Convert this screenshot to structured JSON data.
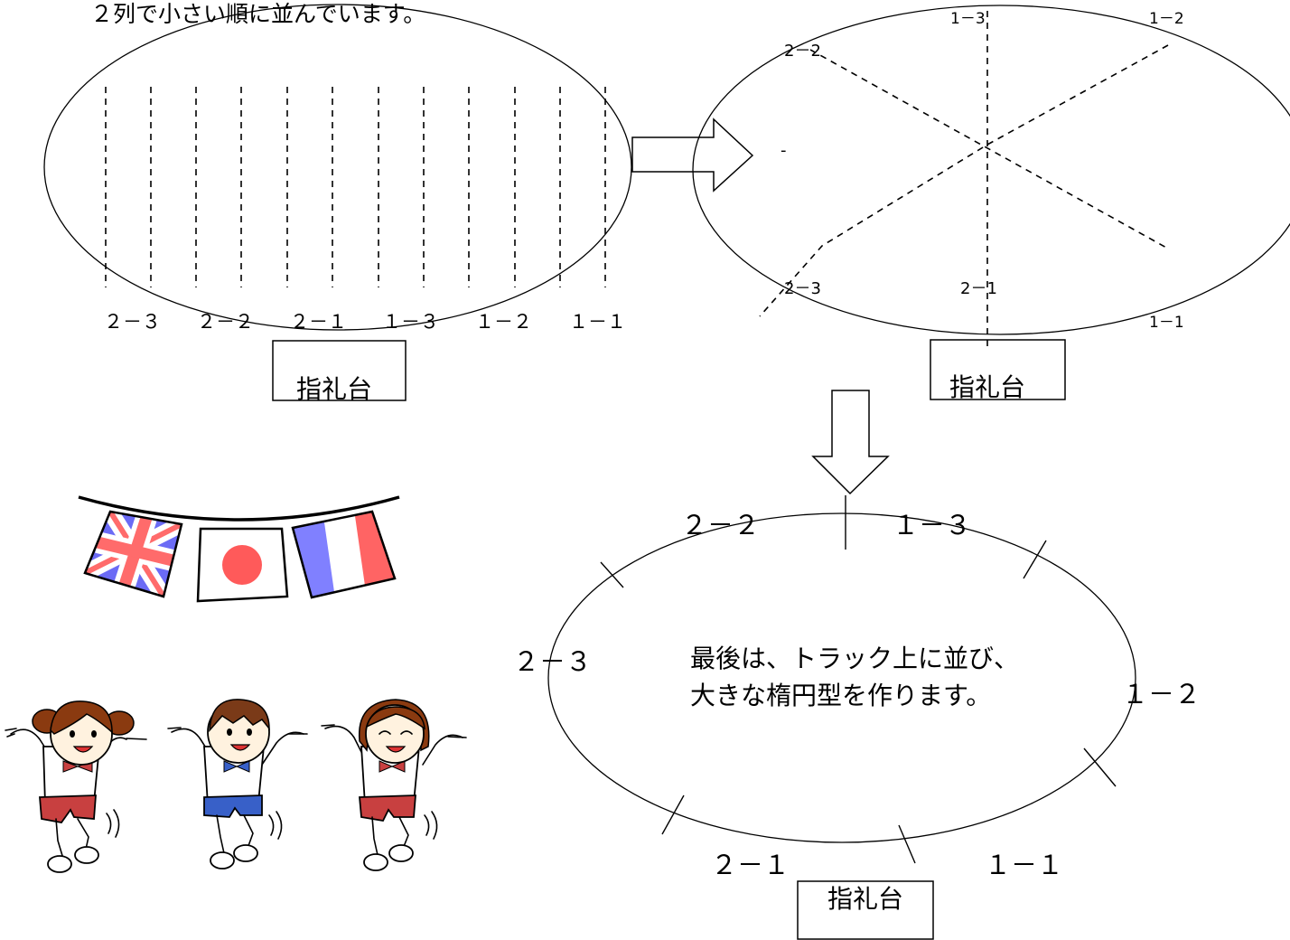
{
  "caption_top": "２列で小さい順に並んでいます。",
  "stand_label": "指礼台",
  "panel1": {
    "labels": [
      "２－３",
      "２－２",
      "２－１",
      "１－３",
      "１－２",
      "１－１"
    ]
  },
  "panel2": {
    "labels": {
      "top_13": "1－3",
      "top_12": "1－2",
      "top_22": "2－2",
      "dash_mark": "-",
      "bot_23": "2－3",
      "bot_21": "2－1",
      "bot_11": "1－1"
    }
  },
  "panel3": {
    "labels": {
      "l22": "２－２",
      "l13": "１－３",
      "l23": "２－３",
      "l12": "１－２",
      "l21": "２－１",
      "l11": "１－１"
    },
    "message_line1": "最後は、トラック上に並び、",
    "message_line2": "大きな楕円型を作ります。"
  },
  "colors": {
    "uk_blue": "#6b6bf5",
    "uk_red": "#ff6b6b",
    "japan_red": "#ff5a5a",
    "france_blue": "#8080ff",
    "france_red": "#ff6464",
    "girl_hair": "#8a3a10",
    "boy_hair": "#7a3a18",
    "shorts_red": "#c84040",
    "shorts_blue": "#3860c8",
    "skin": "#fff2df"
  },
  "icons": [
    "right-arrow-icon",
    "down-arrow-icon",
    "flag-garland",
    "uk-flag-icon",
    "japan-flag-icon",
    "france-flag-icon",
    "dancing-child-figures"
  ]
}
